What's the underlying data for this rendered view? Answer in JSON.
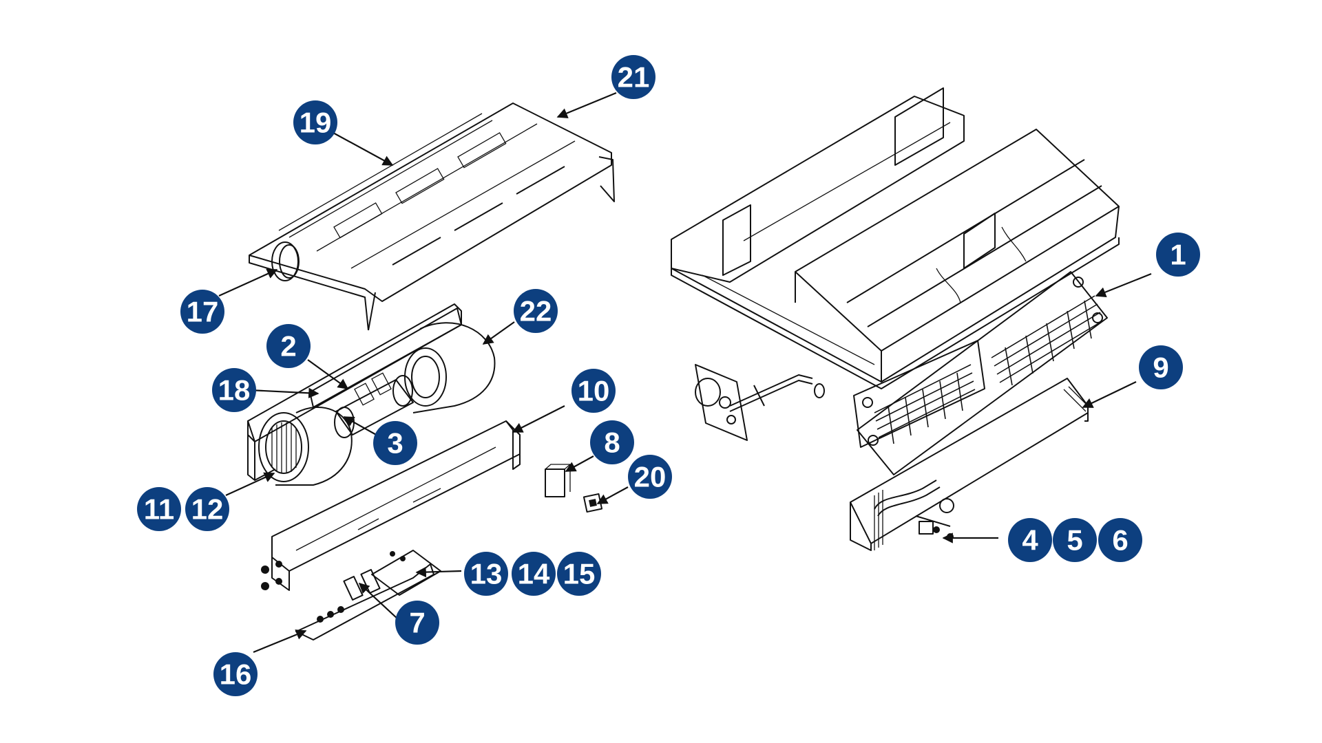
{
  "colors": {
    "callout_fill": "#0d3f7f",
    "callout_text": "#ffffff",
    "line": "#111111"
  },
  "callouts": {
    "c1": "1",
    "c2": "2",
    "c3": "3",
    "c4": "4",
    "c5": "5",
    "c6": "6",
    "c7": "7",
    "c8": "8",
    "c9": "9",
    "c10": "10",
    "c11": "11",
    "c12": "12",
    "c13": "13",
    "c14": "14",
    "c15": "15",
    "c16": "16",
    "c17": "17",
    "c18": "18",
    "c19": "19",
    "c20": "20",
    "c21": "21",
    "c22": "22"
  }
}
